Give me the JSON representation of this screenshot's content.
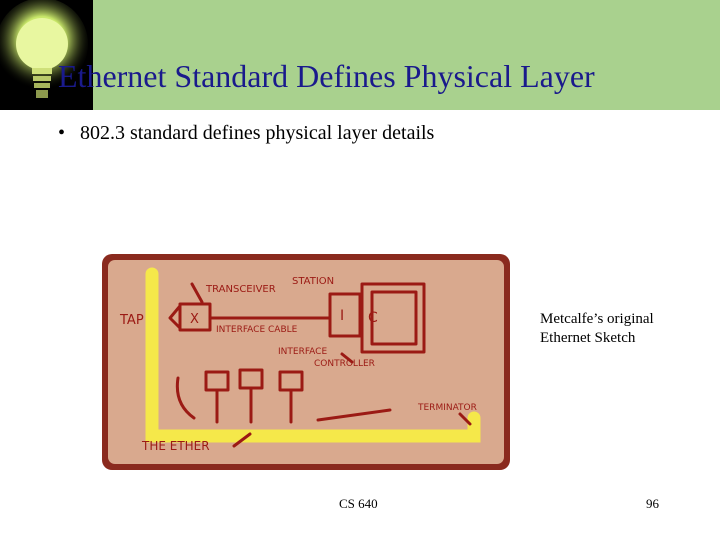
{
  "slide": {
    "title": "Ethernet Standard Defines Physical Layer",
    "bullets": [
      "802.3 standard defines physical layer details"
    ],
    "caption_line1": "Metcalfe’s original",
    "caption_line2": "Ethernet Sketch",
    "footer_course": "CS 640",
    "footer_page": "96"
  },
  "sketch": {
    "labels": {
      "transceiver": "TRANSCEIVER",
      "station": "STATION",
      "tap": "TAP",
      "x": "X",
      "interface_cable": "INTERFACE CABLE",
      "i": "I",
      "c": "C",
      "interface": "INTERFACE",
      "controller": "CONTROLLER",
      "terminator": "TERMINATOR",
      "the_ether": "THE ETHER"
    }
  },
  "colors": {
    "banner": "#a9d18e",
    "title": "#1a1a8c",
    "sketch_paper": "#d9a98e",
    "sketch_frame": "#8a2a1e",
    "ether_cable": "#f5e84a",
    "ink": "#9b1a14"
  }
}
